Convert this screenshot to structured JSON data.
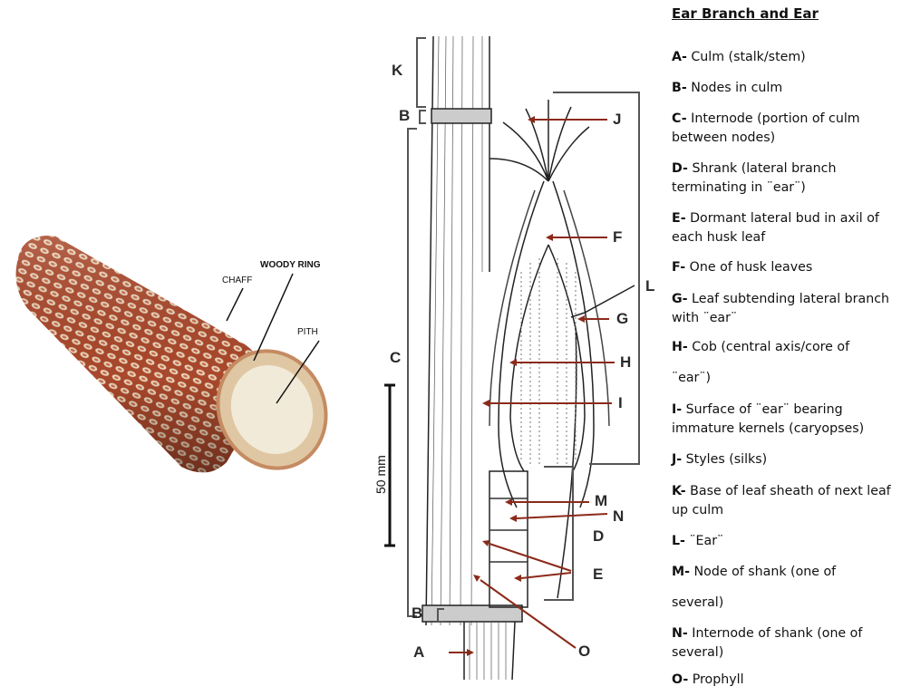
{
  "cob_photo": {
    "labels": {
      "chaff": "CHAFF",
      "woody_ring": "WOODY RING",
      "pith": "PITH"
    }
  },
  "diagram": {
    "letters": {
      "K": "K",
      "B_top": "B",
      "C": "C",
      "B_bottom": "B",
      "A": "A",
      "J": "J",
      "F": "F",
      "L": "L",
      "G": "G",
      "H": "H",
      "I": "I",
      "M": "M",
      "N": "N",
      "D": "D",
      "E": "E",
      "O": "O"
    },
    "scale_bar_label": "50 mm"
  },
  "legend": {
    "title": "Ear Branch and Ear",
    "items": [
      {
        "key": "A-",
        "text": " Culm (stalk/stem)"
      },
      {
        "key": "B-",
        "text": " Nodes in culm"
      },
      {
        "key": "C-",
        "text": " Internode (portion of culm between nodes)"
      },
      {
        "key": "D-",
        "text": " Shrank (lateral branch terminating in ¨ear¨)"
      },
      {
        "key": "E-",
        "text": " Dormant lateral bud in axil of each husk leaf"
      },
      {
        "key": "F-",
        "text": " One of husk leaves"
      },
      {
        "key": "G-",
        "text": " Leaf subtending lateral branch with ¨ear¨"
      },
      {
        "key": "H-",
        "text": " Cob (central axis/core of"
      },
      {
        "key": "",
        "text": "¨ear¨)"
      },
      {
        "key": "I-",
        "text": " Surface of ¨ear¨ bearing immature kernels (caryopses)"
      },
      {
        "key": "J-",
        "text": " Styles (silks)"
      },
      {
        "key": "K-",
        "text": " Base of leaf sheath of next leaf up culm"
      },
      {
        "key": "L-",
        "text": " ¨Ear¨"
      },
      {
        "key": "M-",
        "text": " Node of shank (one of"
      },
      {
        "key": "",
        "text": "several)"
      },
      {
        "key": "N-",
        "text": " Internode of shank (one of several)"
      },
      {
        "key": "O-",
        "text": " Prophyll"
      }
    ]
  },
  "colors": {
    "cob_dark": "#8e3b22",
    "cob_mid": "#b8573a",
    "cob_light": "#e8d2b6",
    "pith": "#f1ead8",
    "pointer": "#8b2a1a",
    "ink": "#222222"
  }
}
